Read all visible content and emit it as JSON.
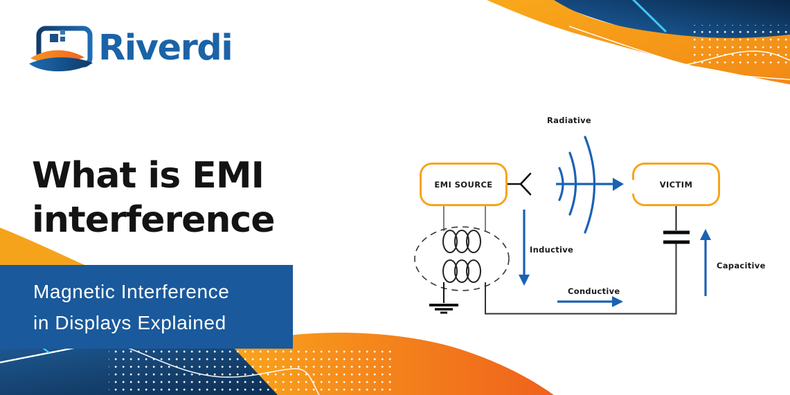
{
  "brand": {
    "name": "Riverdi",
    "icon": "display-wave-icon",
    "color": "#1B63A7"
  },
  "title": {
    "line1": "What is EMI",
    "line2": "interference"
  },
  "subtitle": {
    "line1": "Magnetic Interference",
    "line2": "in Displays Explained",
    "background": "#1A599B"
  },
  "diagram": {
    "nodes": {
      "source": "EMI SOURCE",
      "victim": "VICTIM"
    },
    "coupling_paths": {
      "radiative": "Radiative",
      "inductive": "Inductive",
      "conductive": "Conductive",
      "capacitive": "Capacitive"
    },
    "icons": {
      "antenna": "antenna-icon",
      "waves": "radio-waves-icon",
      "transformer": "transformer-coils-icon",
      "ground": "ground-icon",
      "capacitor": "capacitor-icon"
    },
    "arrow_color": "#1A62B4",
    "node_border_color": "#F6A41D"
  },
  "colors": {
    "orange": "#F6A41D",
    "deep_orange": "#EF611C",
    "navy_dark": "#0D2C50",
    "navy_light": "#1E6AB2",
    "cyan": "#3CC9F1",
    "ink": "#131313"
  }
}
